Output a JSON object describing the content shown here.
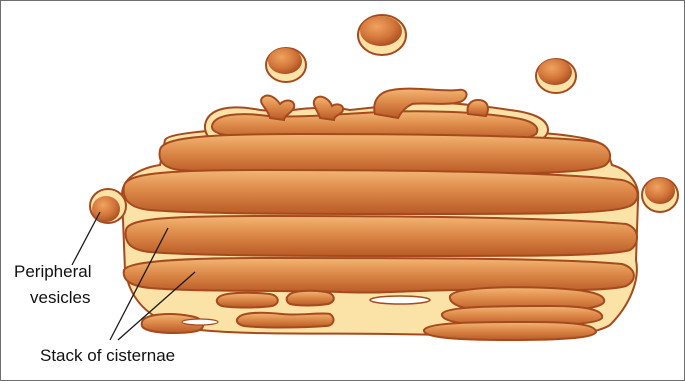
{
  "labels": {
    "peripheral_vesicles": [
      "Peripheral",
      "vesicles"
    ],
    "stack_of_cisternae": "Stack of cisternae"
  },
  "colors": {
    "lumen_cream": "#fbe2a6",
    "membrane": "#a64a1e",
    "cisterna_mid": "#dd8a4a",
    "cisterna_dark": "#b95a26",
    "cisterna_light": "#f3b673",
    "leader_line": "#1a1a1a",
    "frame": "#6e6e6e"
  }
}
